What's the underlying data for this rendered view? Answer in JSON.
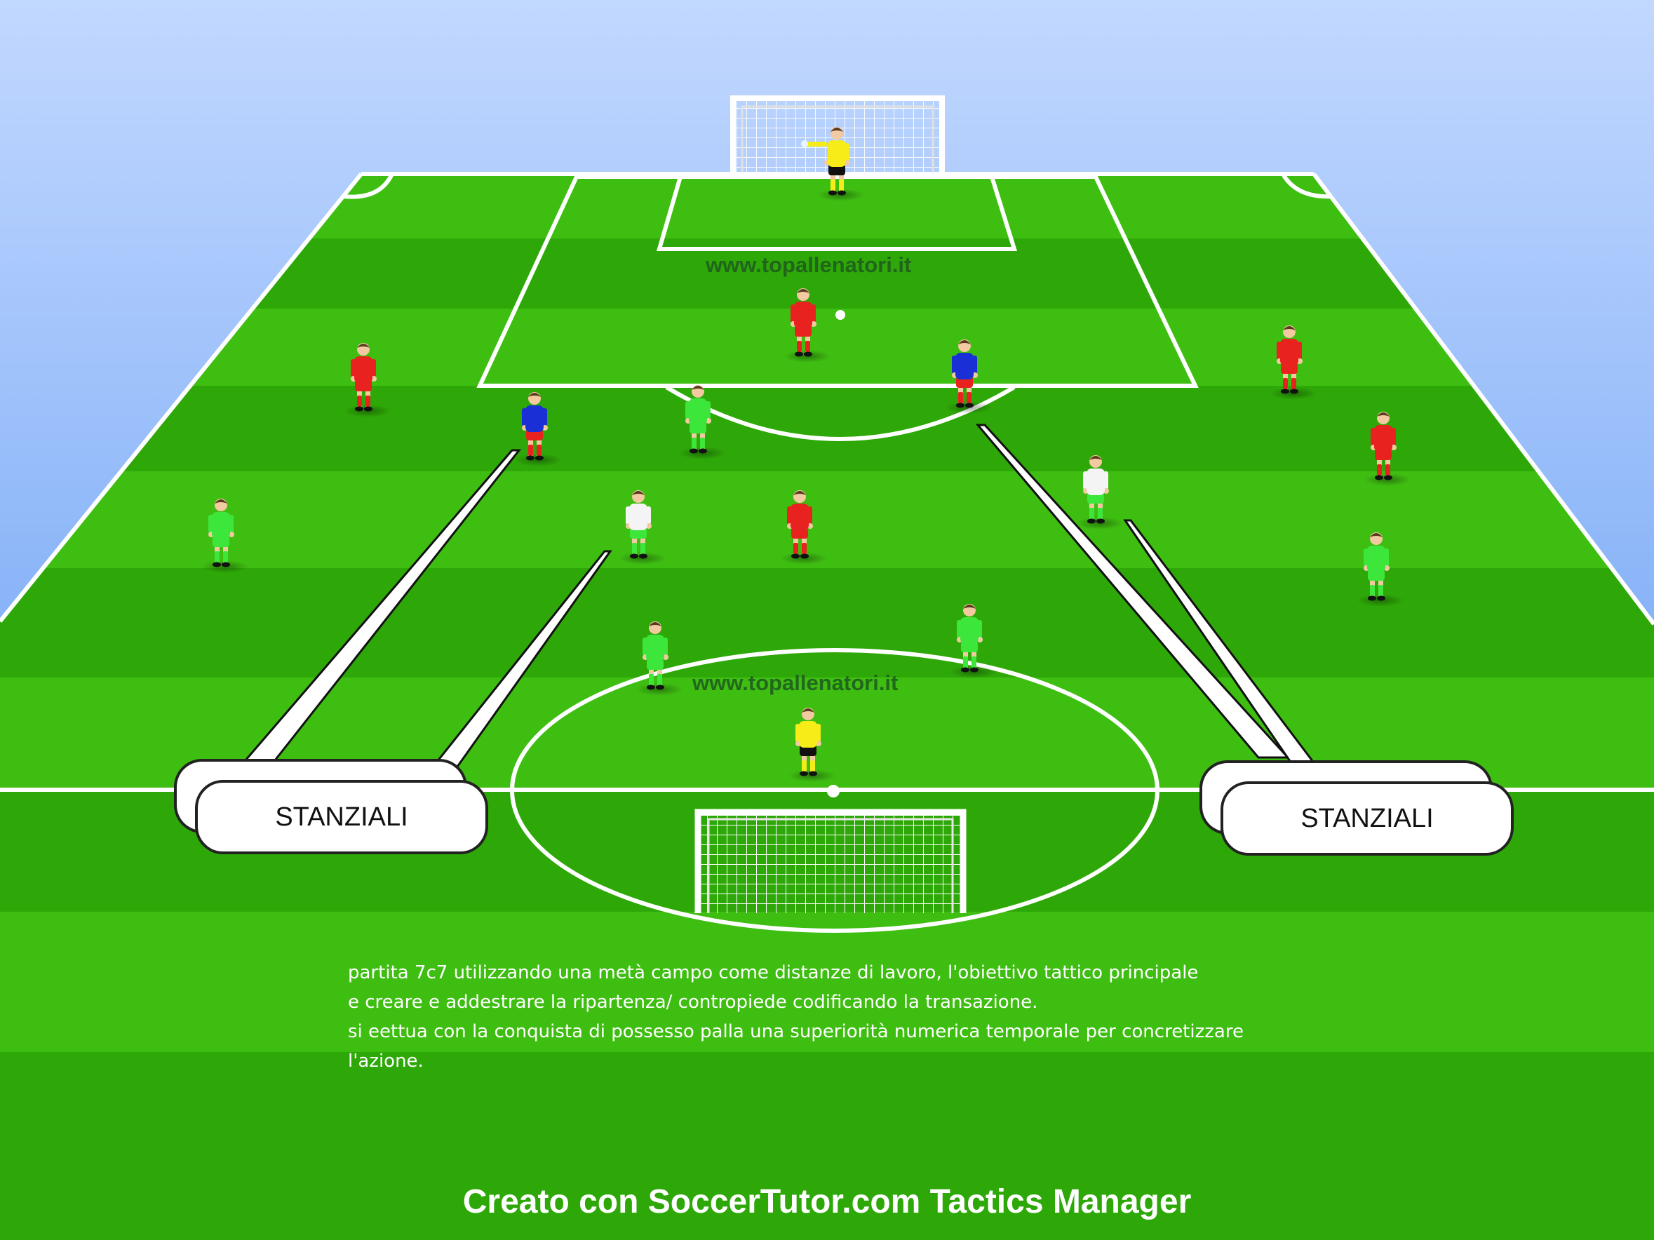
{
  "diagram": {
    "watermark_top": "www.topallenatori.it",
    "watermark_center": "www.topallenatori.it",
    "callout_left": "STANZIALI",
    "callout_right": "STANZIALI",
    "description": [
      "partita 7c7 utilizzando una metà campo come distanze di lavoro, l'obiettivo tattico principale",
      "e creare e addestrare la ripartenza/ contropiede codificando la transazione.",
      "si eettua con la conquista di possesso palla una superiorità numerica temporale per concretizzare",
      "l'azione."
    ],
    "footer": "Creato con SoccerTutor.com Tactics Manager"
  },
  "colors": {
    "sky_top": "#c2d8ff",
    "sky_bottom": "#4f8ff0",
    "grass_light": "#3fbe12",
    "grass_dark": "#2ea808",
    "line": "#ffffff",
    "team_red": "#e8231f",
    "team_green": "#3de63a",
    "team_white": "#f4f4f4",
    "team_blue": "#1a2fd6",
    "goalkeeper_yellow": "#f5ec18"
  },
  "players": [
    {
      "team": "goalkeeper",
      "role": "goalkeeper-top"
    },
    {
      "team": "red"
    },
    {
      "team": "red"
    },
    {
      "team": "red"
    },
    {
      "team": "red"
    },
    {
      "team": "red"
    },
    {
      "team": "blue"
    },
    {
      "team": "blue"
    },
    {
      "team": "green"
    },
    {
      "team": "green"
    },
    {
      "team": "green"
    },
    {
      "team": "green"
    },
    {
      "team": "green"
    },
    {
      "team": "white"
    },
    {
      "team": "white"
    },
    {
      "team": "goalkeeper",
      "role": "goalkeeper-bottom"
    }
  ],
  "icons": [
    "goal-top-icon",
    "goal-bottom-icon",
    "ball-icon"
  ]
}
